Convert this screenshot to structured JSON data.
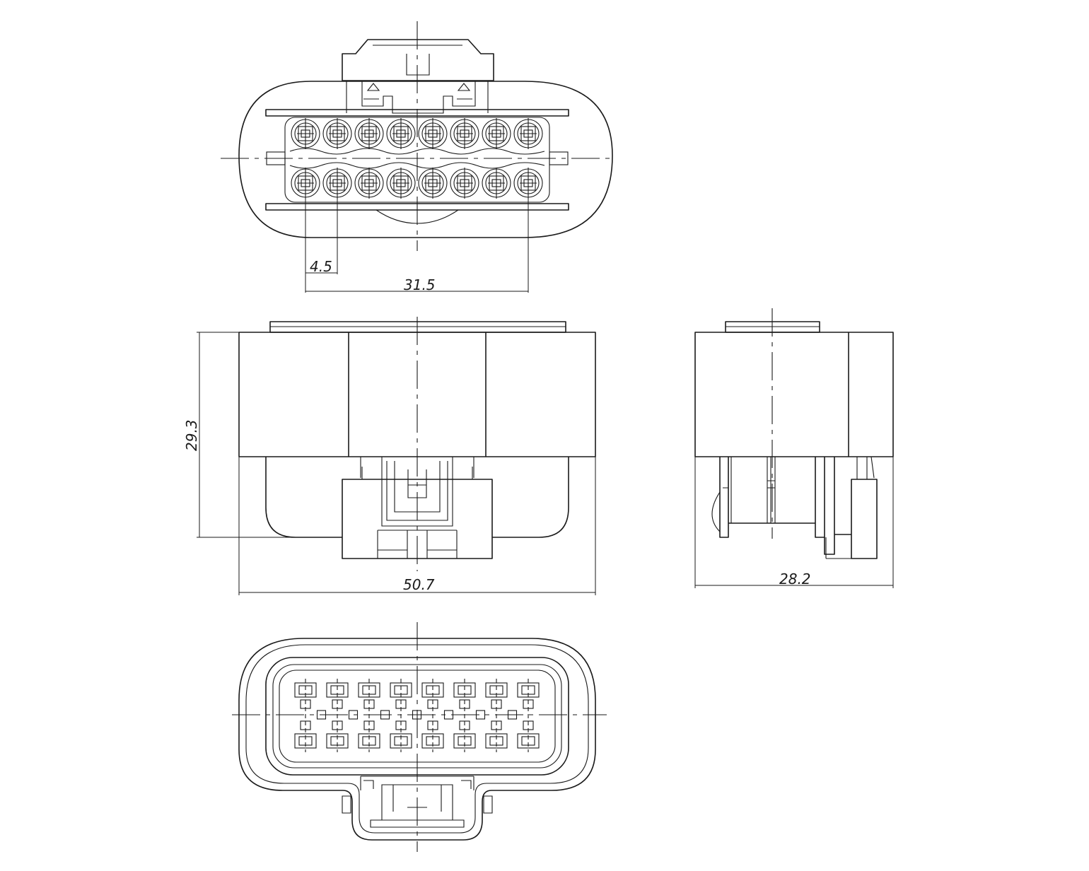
{
  "drawing": {
    "line_color": "#1a1a1a",
    "background": "#ffffff"
  },
  "top_view": {
    "pin_rows": 2,
    "pins_per_row": 8,
    "pitch_label": "4.5",
    "span_label": "31.5"
  },
  "front_view": {
    "height_label": "29.3",
    "width_label": "50.7"
  },
  "side_view": {
    "depth_label": "28.2"
  },
  "bottom_view": {
    "rows": 2,
    "cavities_per_row": 8
  }
}
